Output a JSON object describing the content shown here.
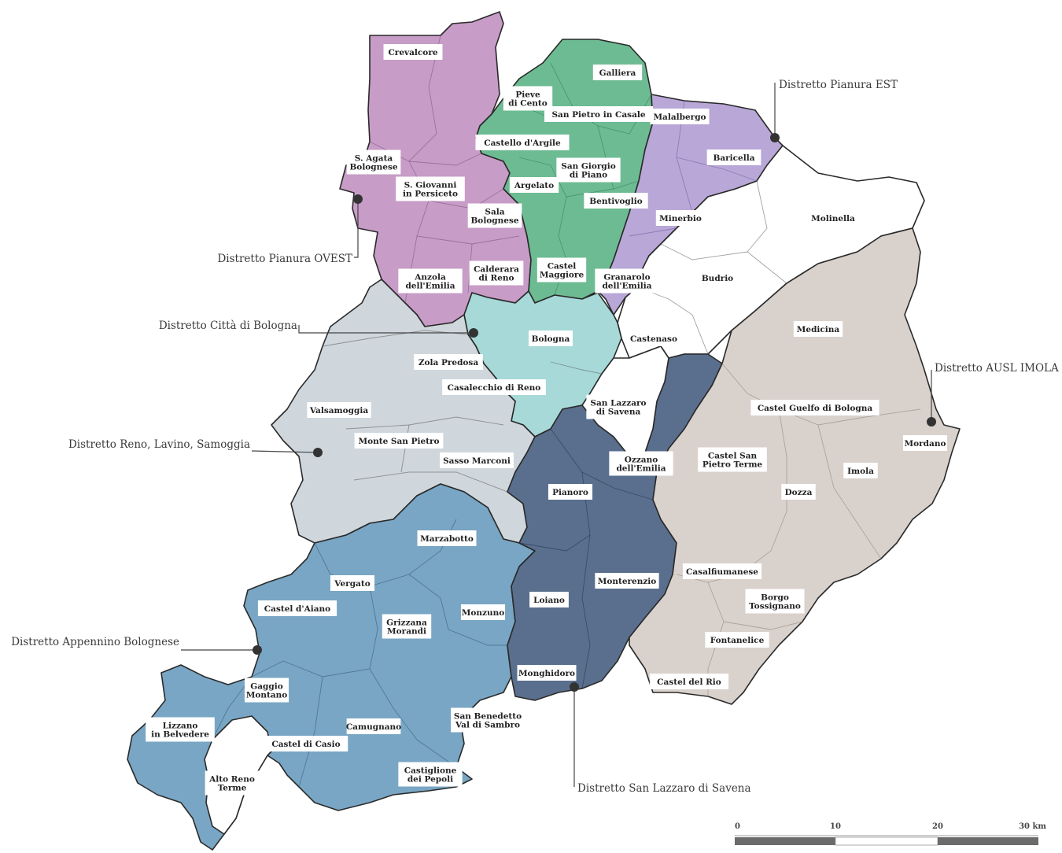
{
  "colors": {
    "pianura_ovest": "#c79cc7",
    "pianura_est_green": "#6dbb92",
    "pianura_est_purple": "#b9a7d8",
    "pianura_est_white": "#ffffff",
    "citta_bologna": "#a6d9d8",
    "reno_lavino_samoggia": "#cfd7dc",
    "appennino": "#79a6c4",
    "san_lazzaro": "#5a6f8e",
    "imola": "#d9d1cc"
  },
  "districts": [
    {
      "key": "pianura_est",
      "label": "Distretto Pianura EST"
    },
    {
      "key": "pianura_ovest",
      "label": "Distretto Pianura OVEST"
    },
    {
      "key": "citta",
      "label": "Distretto Città di Bologna"
    },
    {
      "key": "imola",
      "label": "Distretto AUSL IMOLA"
    },
    {
      "key": "reno",
      "label": "Distretto Reno, Lavino, Samoggia"
    },
    {
      "key": "appennino",
      "label": "Distretto Appennino Bolognese"
    },
    {
      "key": "san_lazzaro",
      "label": "Distretto San Lazzaro di Savena"
    }
  ],
  "municipalities": [
    {
      "lines": [
        "Crevalcore"
      ]
    },
    {
      "lines": [
        "Galliera"
      ]
    },
    {
      "lines": [
        "Pieve",
        "di Cento"
      ]
    },
    {
      "lines": [
        "San Pietro in Casale"
      ]
    },
    {
      "lines": [
        "Malalbergo"
      ]
    },
    {
      "lines": [
        "Castello d'Argile"
      ]
    },
    {
      "lines": [
        "Baricella"
      ]
    },
    {
      "lines": [
        "S. Agata",
        "Bolognese"
      ]
    },
    {
      "lines": [
        "San Giorgio",
        "di Piano"
      ]
    },
    {
      "lines": [
        "S. Giovanni",
        "in Persiceto"
      ]
    },
    {
      "lines": [
        "Argelato"
      ]
    },
    {
      "lines": [
        "Bentivoglio"
      ]
    },
    {
      "lines": [
        "Sala",
        "Bolognese"
      ]
    },
    {
      "lines": [
        "Minerbio"
      ]
    },
    {
      "lines": [
        "Molinella"
      ]
    },
    {
      "lines": [
        "Calderara",
        "di Reno"
      ]
    },
    {
      "lines": [
        "Castel",
        "Maggiore"
      ]
    },
    {
      "lines": [
        "Anzola",
        "dell'Emilia"
      ]
    },
    {
      "lines": [
        "Granarolo",
        "dell'Emilia"
      ]
    },
    {
      "lines": [
        "Budrio"
      ]
    },
    {
      "lines": [
        "Medicina"
      ]
    },
    {
      "lines": [
        "Bologna"
      ]
    },
    {
      "lines": [
        "Castenaso"
      ]
    },
    {
      "lines": [
        "Zola Predosa"
      ]
    },
    {
      "lines": [
        "Casalecchio di Reno"
      ]
    },
    {
      "lines": [
        "San Lazzaro",
        "di Savena"
      ]
    },
    {
      "lines": [
        "Castel Guelfo di Bologna"
      ]
    },
    {
      "lines": [
        "Valsamoggia"
      ]
    },
    {
      "lines": [
        "Monte San Pietro"
      ]
    },
    {
      "lines": [
        "Mordano"
      ]
    },
    {
      "lines": [
        "Sasso Marconi"
      ]
    },
    {
      "lines": [
        "Ozzano",
        "dell'Emilia"
      ]
    },
    {
      "lines": [
        "Castel San",
        "Pietro Terme"
      ]
    },
    {
      "lines": [
        "Imola"
      ]
    },
    {
      "lines": [
        "Pianoro"
      ]
    },
    {
      "lines": [
        "Dozza"
      ]
    },
    {
      "lines": [
        "Marzabotto"
      ]
    },
    {
      "lines": [
        "Monterenzio"
      ]
    },
    {
      "lines": [
        "Casalfiumanese"
      ]
    },
    {
      "lines": [
        "Vergato"
      ]
    },
    {
      "lines": [
        "Loiano"
      ]
    },
    {
      "lines": [
        "Borgo",
        "Tossignano"
      ]
    },
    {
      "lines": [
        "Castel d'Aiano"
      ]
    },
    {
      "lines": [
        "Monzuno"
      ]
    },
    {
      "lines": [
        "Grizzana",
        "Morandi"
      ]
    },
    {
      "lines": [
        "Fontanelice"
      ]
    },
    {
      "lines": [
        "Monghidoro"
      ]
    },
    {
      "lines": [
        "Castel del Rio"
      ]
    },
    {
      "lines": [
        "Gaggio",
        "Montano"
      ]
    },
    {
      "lines": [
        "San Benedetto",
        "Val di Sambro"
      ]
    },
    {
      "lines": [
        "Lizzano",
        "in Belvedere"
      ]
    },
    {
      "lines": [
        "Camugnano"
      ]
    },
    {
      "lines": [
        "Castel di Casio"
      ]
    },
    {
      "lines": [
        "Castiglione",
        "dei Pepoli"
      ]
    },
    {
      "lines": [
        "Alto Reno",
        "Terme"
      ]
    }
  ],
  "scale_bar": {
    "ticks": [
      "0",
      "10",
      "20",
      "30 km"
    ],
    "segment_colors": [
      "#6b6b6b",
      "#ffffff",
      "#6b6b6b"
    ]
  }
}
